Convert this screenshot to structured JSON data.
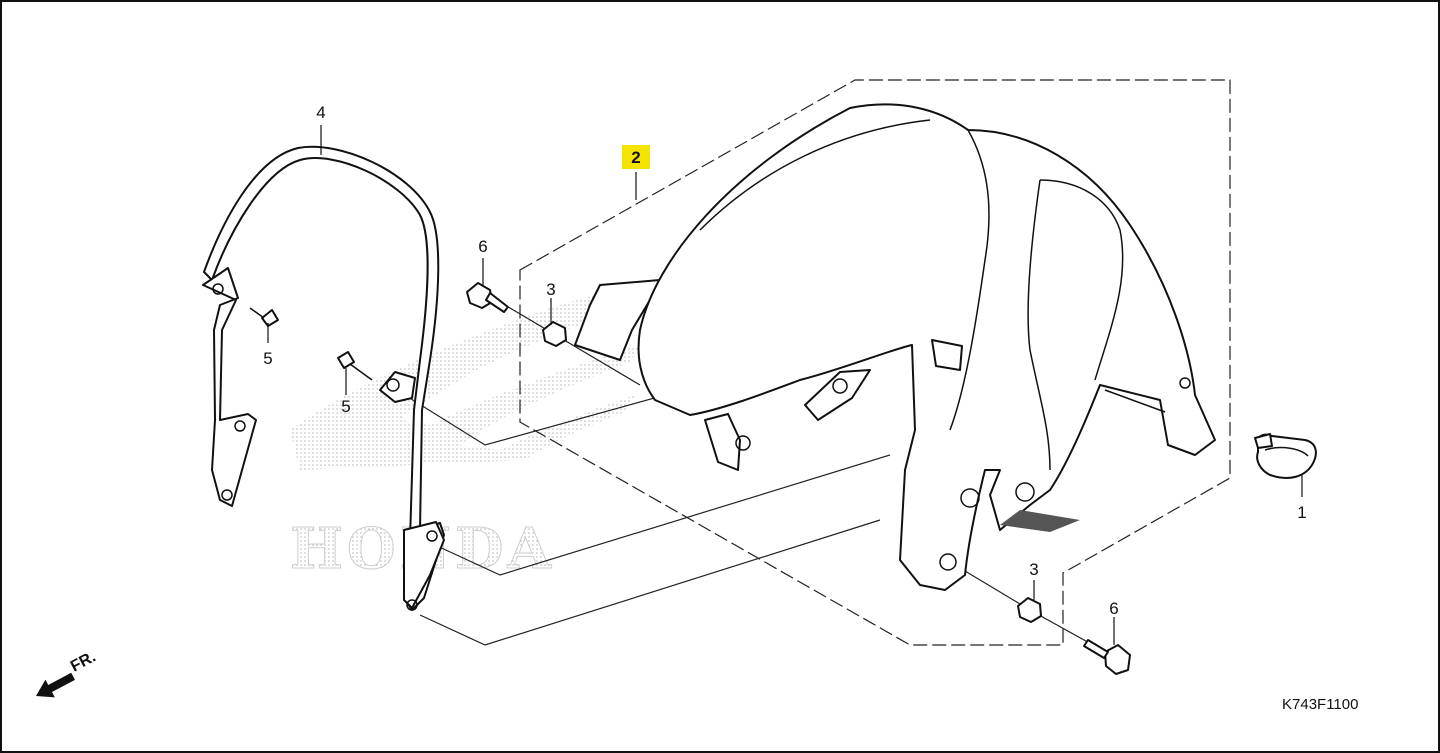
{
  "diagram": {
    "diagram_code": "K743F1100",
    "direction_label": "FR.",
    "watermark_text": "HONDA",
    "highlight_color": "#f5e400",
    "callouts": {
      "c1": "1",
      "c2": "2",
      "c3_top": "3",
      "c3_bottom": "3",
      "c4": "4",
      "c5_upper": "5",
      "c5_lower": "5",
      "c6_top": "6",
      "c6_bottom": "6"
    },
    "parts": [
      {
        "ref": "1",
        "icon": "clip-icon"
      },
      {
        "ref": "2",
        "icon": "front-fender-icon",
        "highlighted": true
      },
      {
        "ref": "3",
        "icon": "nut-icon"
      },
      {
        "ref": "4",
        "icon": "fender-stay-icon"
      },
      {
        "ref": "5",
        "icon": "screw-icon"
      },
      {
        "ref": "6",
        "icon": "flange-bolt-icon"
      }
    ]
  }
}
